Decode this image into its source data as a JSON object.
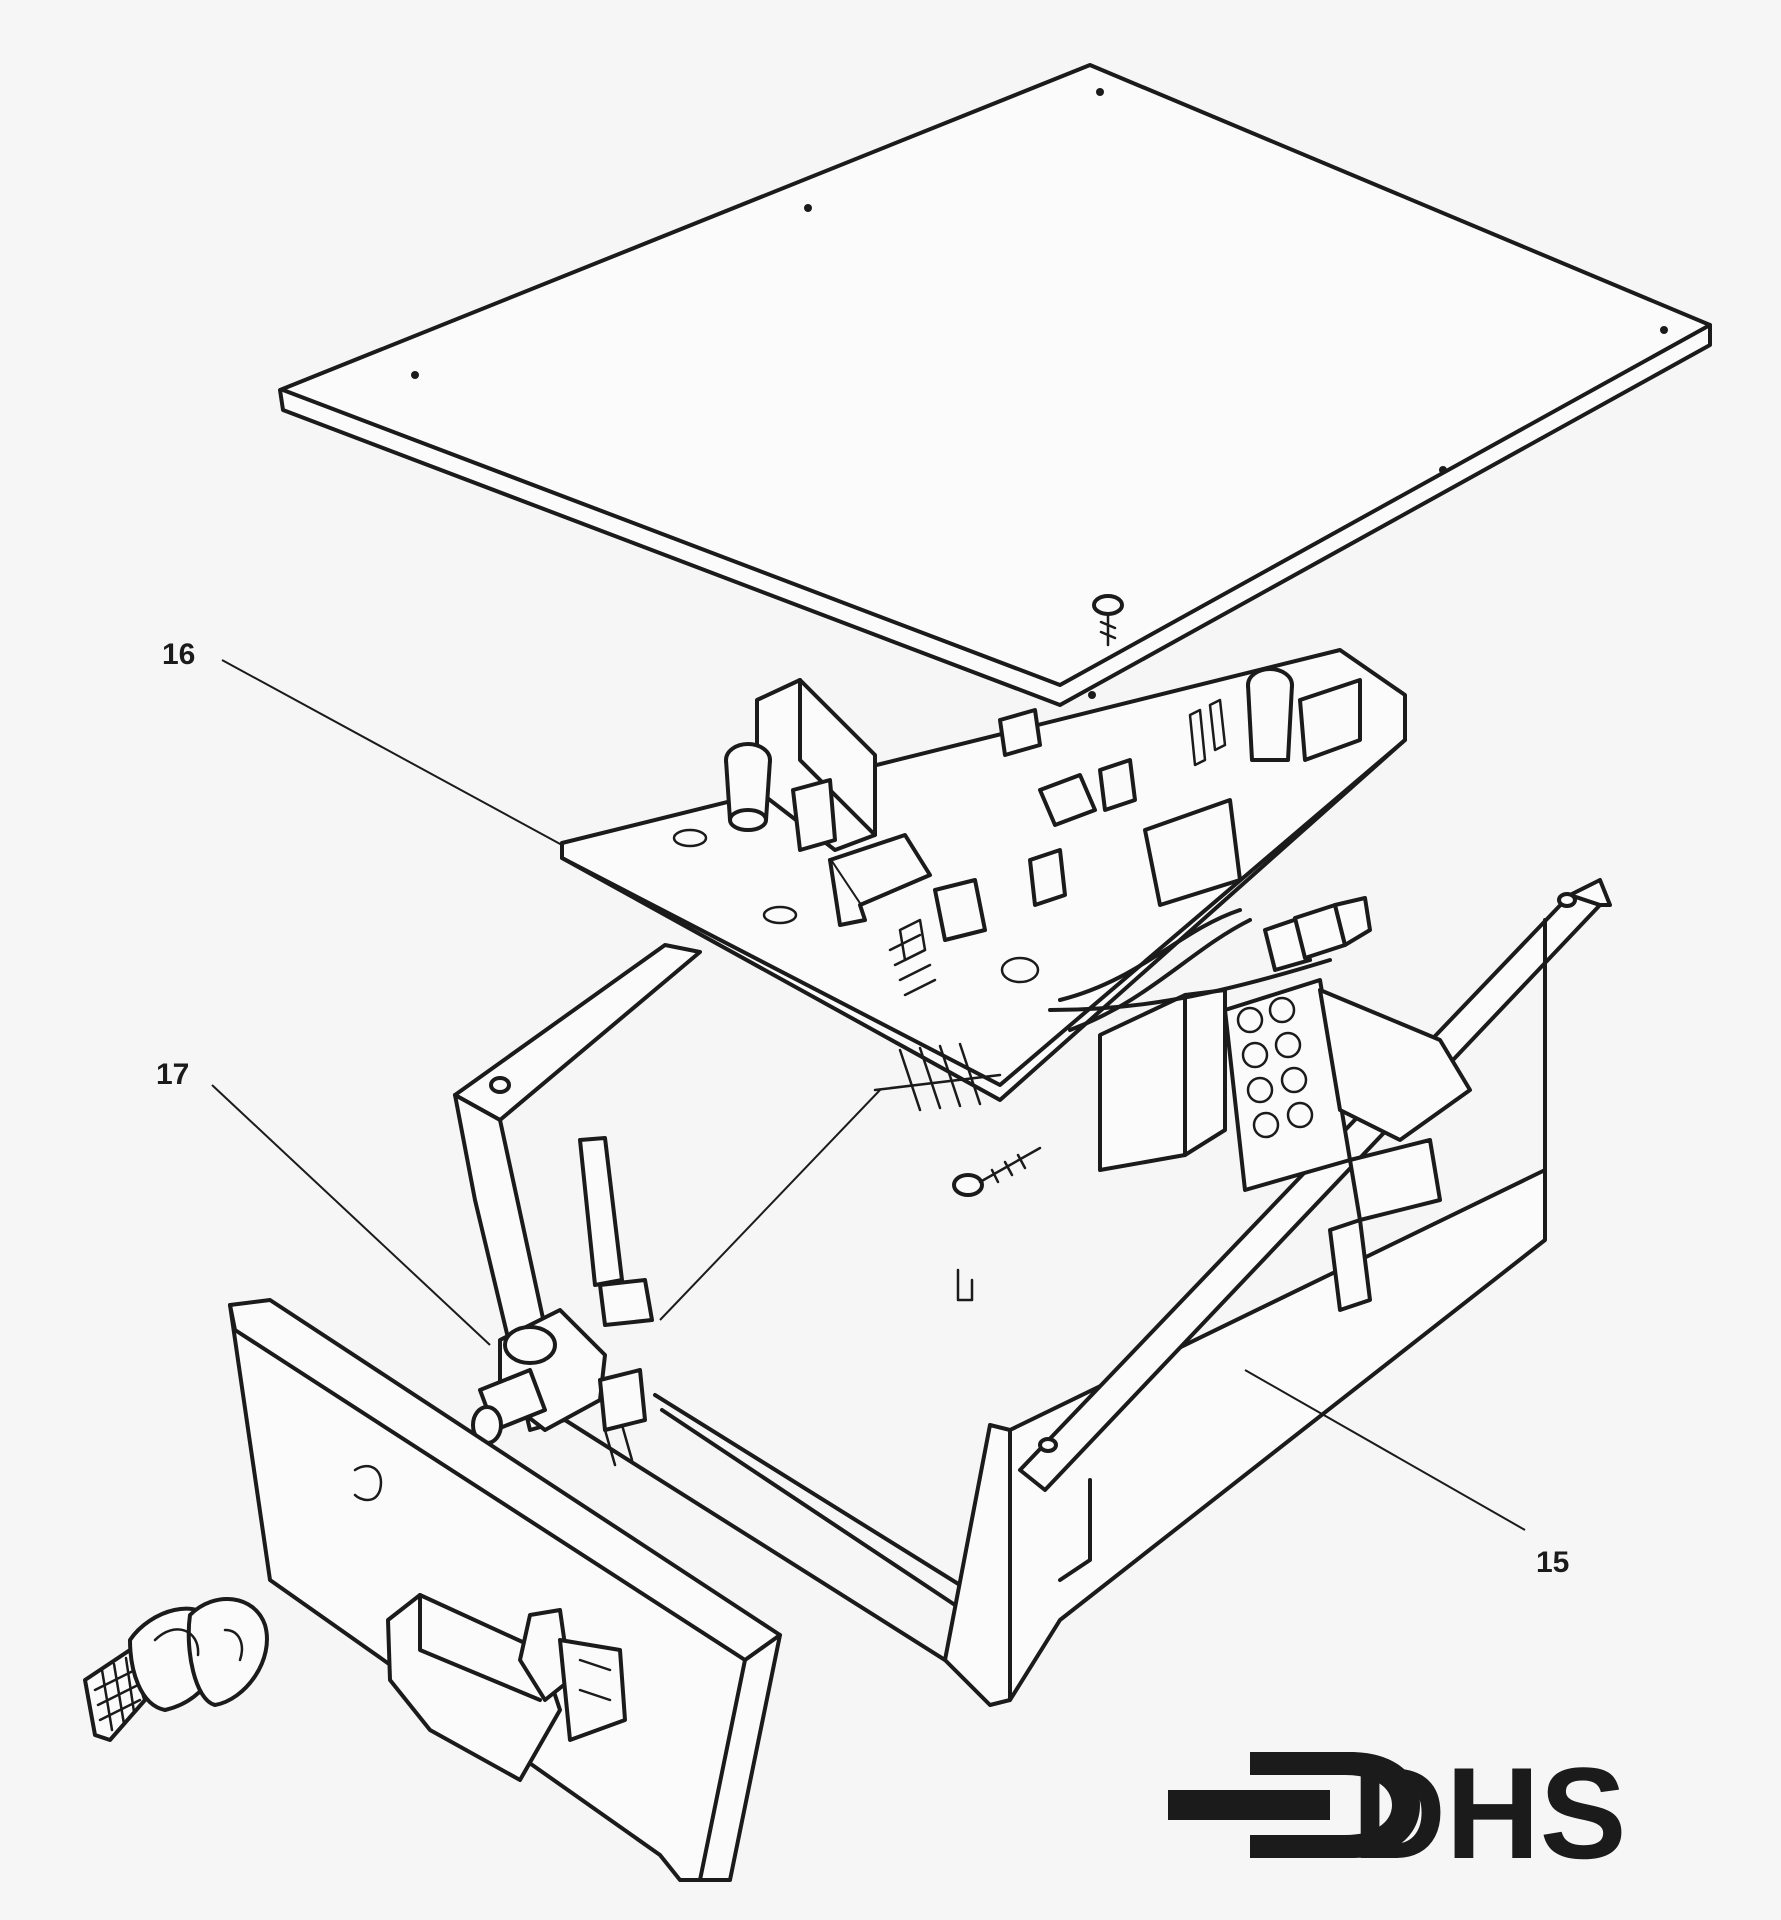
{
  "callouts": [
    {
      "id": "15",
      "label": "15",
      "part": "chassis"
    },
    {
      "id": "16",
      "label": "16",
      "part": "circuit-board"
    },
    {
      "id": "17",
      "label": "17",
      "part": "potentiometer"
    }
  ],
  "logo": {
    "text": "DHS"
  },
  "colors": {
    "line": "#1b1b1b",
    "paper": "#f6f6f6"
  }
}
